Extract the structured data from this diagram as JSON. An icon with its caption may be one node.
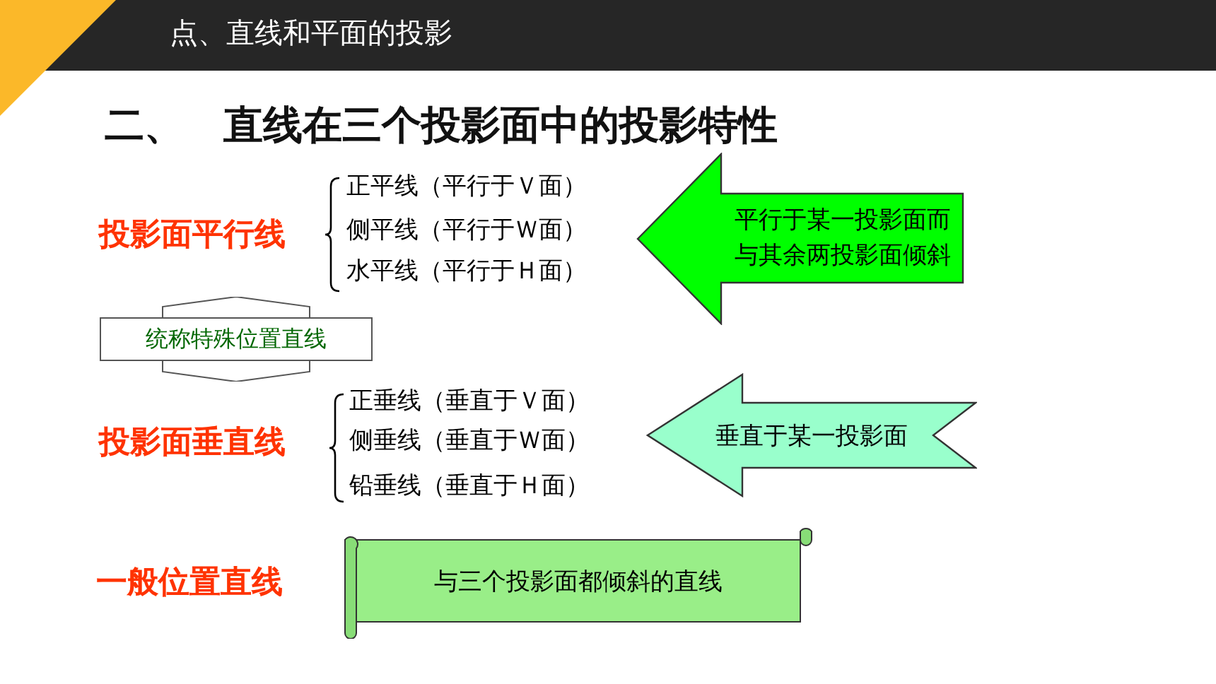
{
  "diagram": {
    "title": "二、　直线在三个投影面中的投影特性",
    "nodes": [
      {
        "text": [
          "平行于某一投影面而与其余两投影面倾斜"
        ]
      },
      {
        "text": [
          "统称特殊位置直线"
        ]
      },
      {
        "text": [
          "垂直于某一投影面"
        ]
      },
      {
        "text": [
          "与三个投影面都倾斜的直线"
        ]
      }
    ],
    "edges": [],
    "labels": [
      "点、直线和平面的投影",
      "投影面平行线",
      "正平线（平行于Ｖ面）",
      "侧平线（平行于Ｗ面）",
      "水平线（平行于Ｈ面）",
      "投影面垂直线",
      "正垂线（垂直于Ｖ面）",
      "侧垂线（垂直于Ｗ面）",
      "铅垂线（垂直于Ｈ面）",
      "一般位置直线"
    ]
  }
}
